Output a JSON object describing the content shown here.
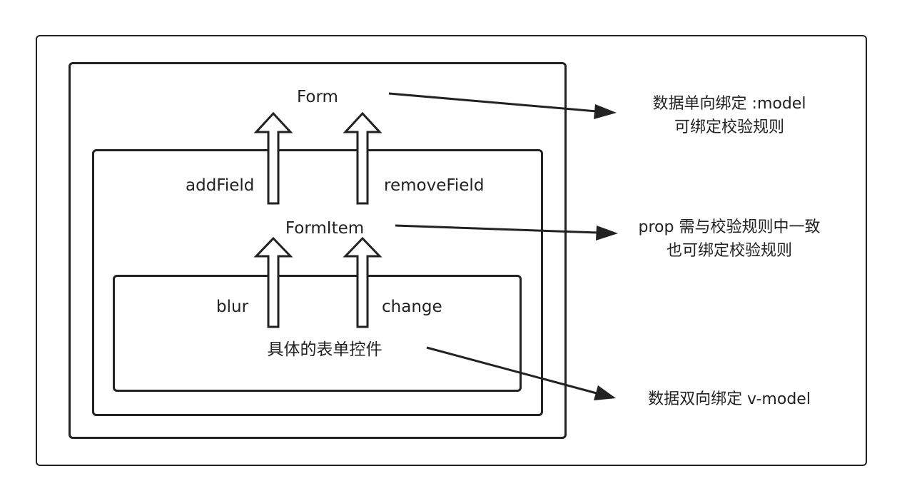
{
  "diagram": {
    "form_label": "Form",
    "formitem_label": "FormItem",
    "control_label": "具体的表单控件",
    "add_field_label": "addField",
    "remove_field_label": "removeField",
    "blur_label": "blur",
    "change_label": "change"
  },
  "notes": {
    "form_note_line1": "数据单向绑定 :model",
    "form_note_line2": "可绑定校验规则",
    "formitem_note_line1": "prop 需与校验规则中一致",
    "formitem_note_line2": "也可绑定校验规则",
    "control_note": "数据双向绑定 v-model"
  }
}
